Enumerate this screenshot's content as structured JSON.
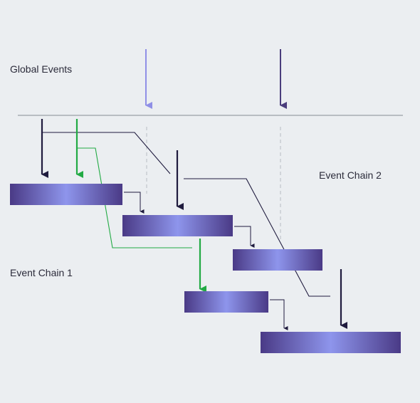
{
  "labels": {
    "global_events": "Global Events",
    "event_chain_2": "Event Chain 2",
    "event_chain_1": "Event Chain 1"
  },
  "colors": {
    "background": "#ebeef1",
    "divider": "#9aa0a6",
    "dark_arrow": "#1f1b3e",
    "global_dark_arrow": "#4a3d7c",
    "global_light_arrow": "#8f8fe6",
    "green": "#22aa44",
    "connector": "#1f1b3e",
    "dashed": "#b7bcc2",
    "bar_dark": "#4a3a86",
    "bar_light": "#8e95ec"
  }
}
